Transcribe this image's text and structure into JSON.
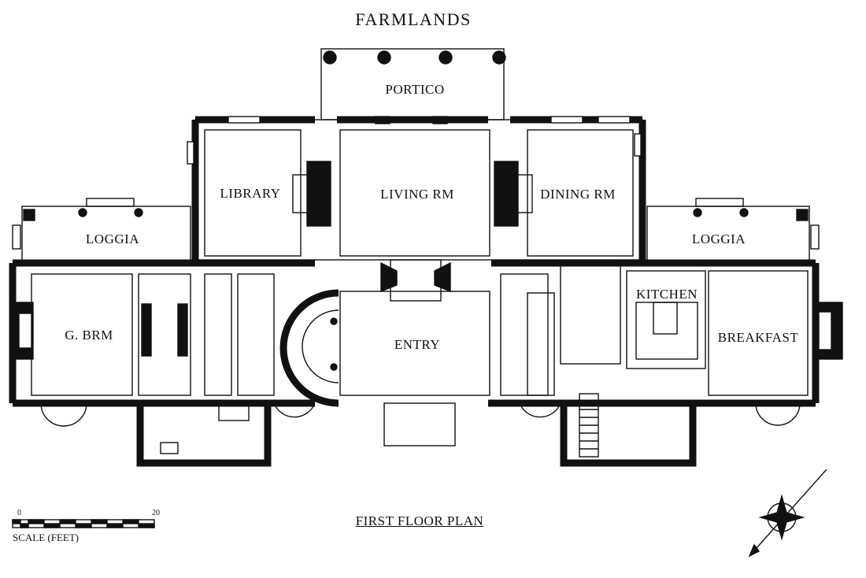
{
  "title": "FARMLANDS",
  "caption": "FIRST FLOOR PLAN",
  "rooms": {
    "portico": "PORTICO",
    "library": "LIBRARY",
    "living": "LIVING RM",
    "dining": "DINING RM",
    "loggia_left": "LOGGIA",
    "loggia_right": "LOGGIA",
    "kitchen": "KITCHEN",
    "gbrm": "G. BRM",
    "entry": "ENTRY",
    "breakfast": "BREAKFAST"
  },
  "scale": {
    "start": "0",
    "end": "20",
    "label": "SCALE (FEET)"
  },
  "compass": "north-arrow-icon"
}
